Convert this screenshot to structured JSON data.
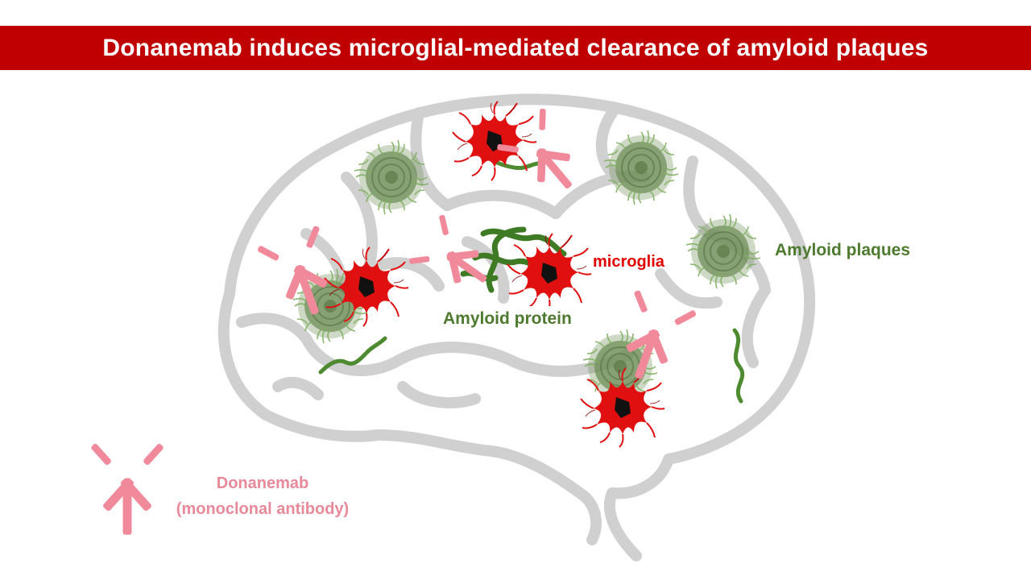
{
  "title": "Donanemab induces microglial-mediated clearance of amyloid plaques",
  "labels": {
    "microglia": "microglia",
    "amyloid_plaques": "Amyloid plaques",
    "amyloid_protein": "Amyloid protein",
    "donanemab_line1": "Donanemab",
    "donanemab_line2": "(monoclonal antibody)"
  },
  "icons": [
    "brain-outline-icon",
    "amyloid-plaque-icon",
    "microglia-icon",
    "antibody-icon",
    "amyloid-protein-icon"
  ],
  "colors": {
    "banner": "#c00000",
    "banner_text": "#ffffff",
    "microglia": "#e00000",
    "amyloid": "#4d7a2e",
    "plaque_fill": "#6f8f58",
    "antibody": "#f08a9b",
    "brain_outline": "#d0d0d0"
  }
}
